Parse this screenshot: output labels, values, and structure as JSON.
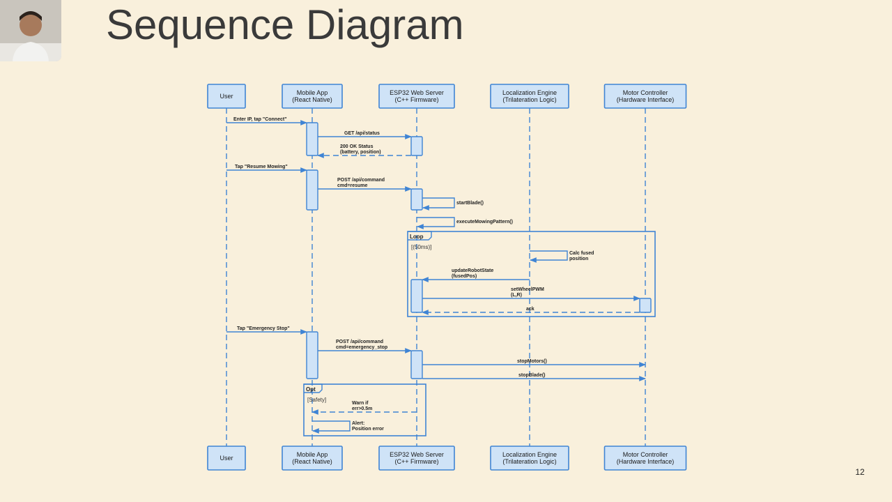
{
  "title": "Sequence Diagram",
  "page_number": "12",
  "participants": [
    {
      "id": "user",
      "line1": "User",
      "line2": ""
    },
    {
      "id": "app",
      "line1": "Mobile App",
      "line2": "(React Native)"
    },
    {
      "id": "esp",
      "line1": "ESP32 Web Server",
      "line2": "(C++ Firmware)"
    },
    {
      "id": "loc",
      "line1": "Localization Engine",
      "line2": "(Trilateration Logic)"
    },
    {
      "id": "motor",
      "line1": "Motor Controller",
      "line2": "(Hardware Interface)"
    }
  ],
  "messages": [
    {
      "label": [
        "Enter IP, tap \"Connect\""
      ]
    },
    {
      "label": [
        "GET /api/status"
      ]
    },
    {
      "label": [
        "200 OK Status",
        "(battery, position)"
      ]
    },
    {
      "label": [
        "Tap \"Resume Mowing\""
      ]
    },
    {
      "label": [
        "POST /api/command",
        "cmd=resume"
      ]
    },
    {
      "label": [
        "startBlade()"
      ]
    },
    {
      "label": [
        "executeMowingPattern()"
      ]
    },
    {
      "label": [
        "Calc fused",
        "position"
      ]
    },
    {
      "label": [
        "updateRobotState",
        "(fusedPos)"
      ]
    },
    {
      "label": [
        "setWheelPWM",
        "(L,R)"
      ]
    },
    {
      "label": [
        "ack"
      ]
    },
    {
      "label": [
        "Tap \"Emergency Stop\""
      ]
    },
    {
      "label": [
        "POST /api/command",
        "cmd=emergency_stop"
      ]
    },
    {
      "label": [
        "stopMotors()"
      ]
    },
    {
      "label": [
        "stopBlade()"
      ]
    },
    {
      "label": [
        "Warn if",
        "err>0.5m"
      ]
    },
    {
      "label": [
        "Alert:",
        "Position error"
      ]
    }
  ],
  "frames": [
    {
      "kind": "Loop",
      "guard": "[(50ms)]"
    },
    {
      "kind": "Opt",
      "guard": "[Safety]"
    }
  ],
  "colors": {
    "line": "#3f84d4",
    "fill": "#cfe3f7",
    "background": "#f9f0dc"
  }
}
